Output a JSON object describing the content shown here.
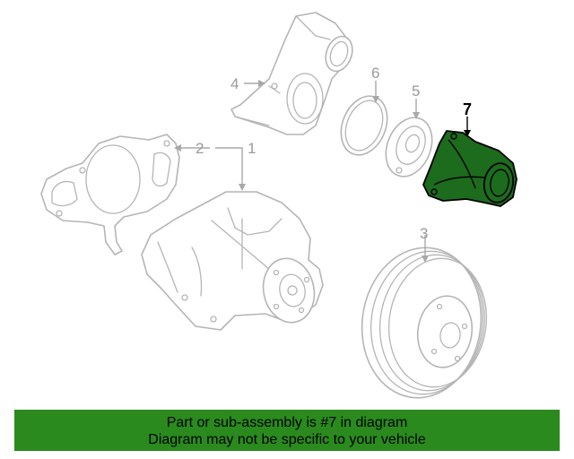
{
  "diagram": {
    "callouts": {
      "c1": "1",
      "c2": "2",
      "c3": "3",
      "c4": "4",
      "c5": "5",
      "c6": "6",
      "c7": "7"
    },
    "highlighted_part": "7",
    "colors": {
      "highlight_fill": "#1d6b1d",
      "outline": "#b5b5b5",
      "banner": "#2a8a1d"
    }
  },
  "banner": {
    "line1": "Part or sub-assembly is #7 in diagram",
    "line2": "Diagram may not be specific to your vehicle"
  }
}
